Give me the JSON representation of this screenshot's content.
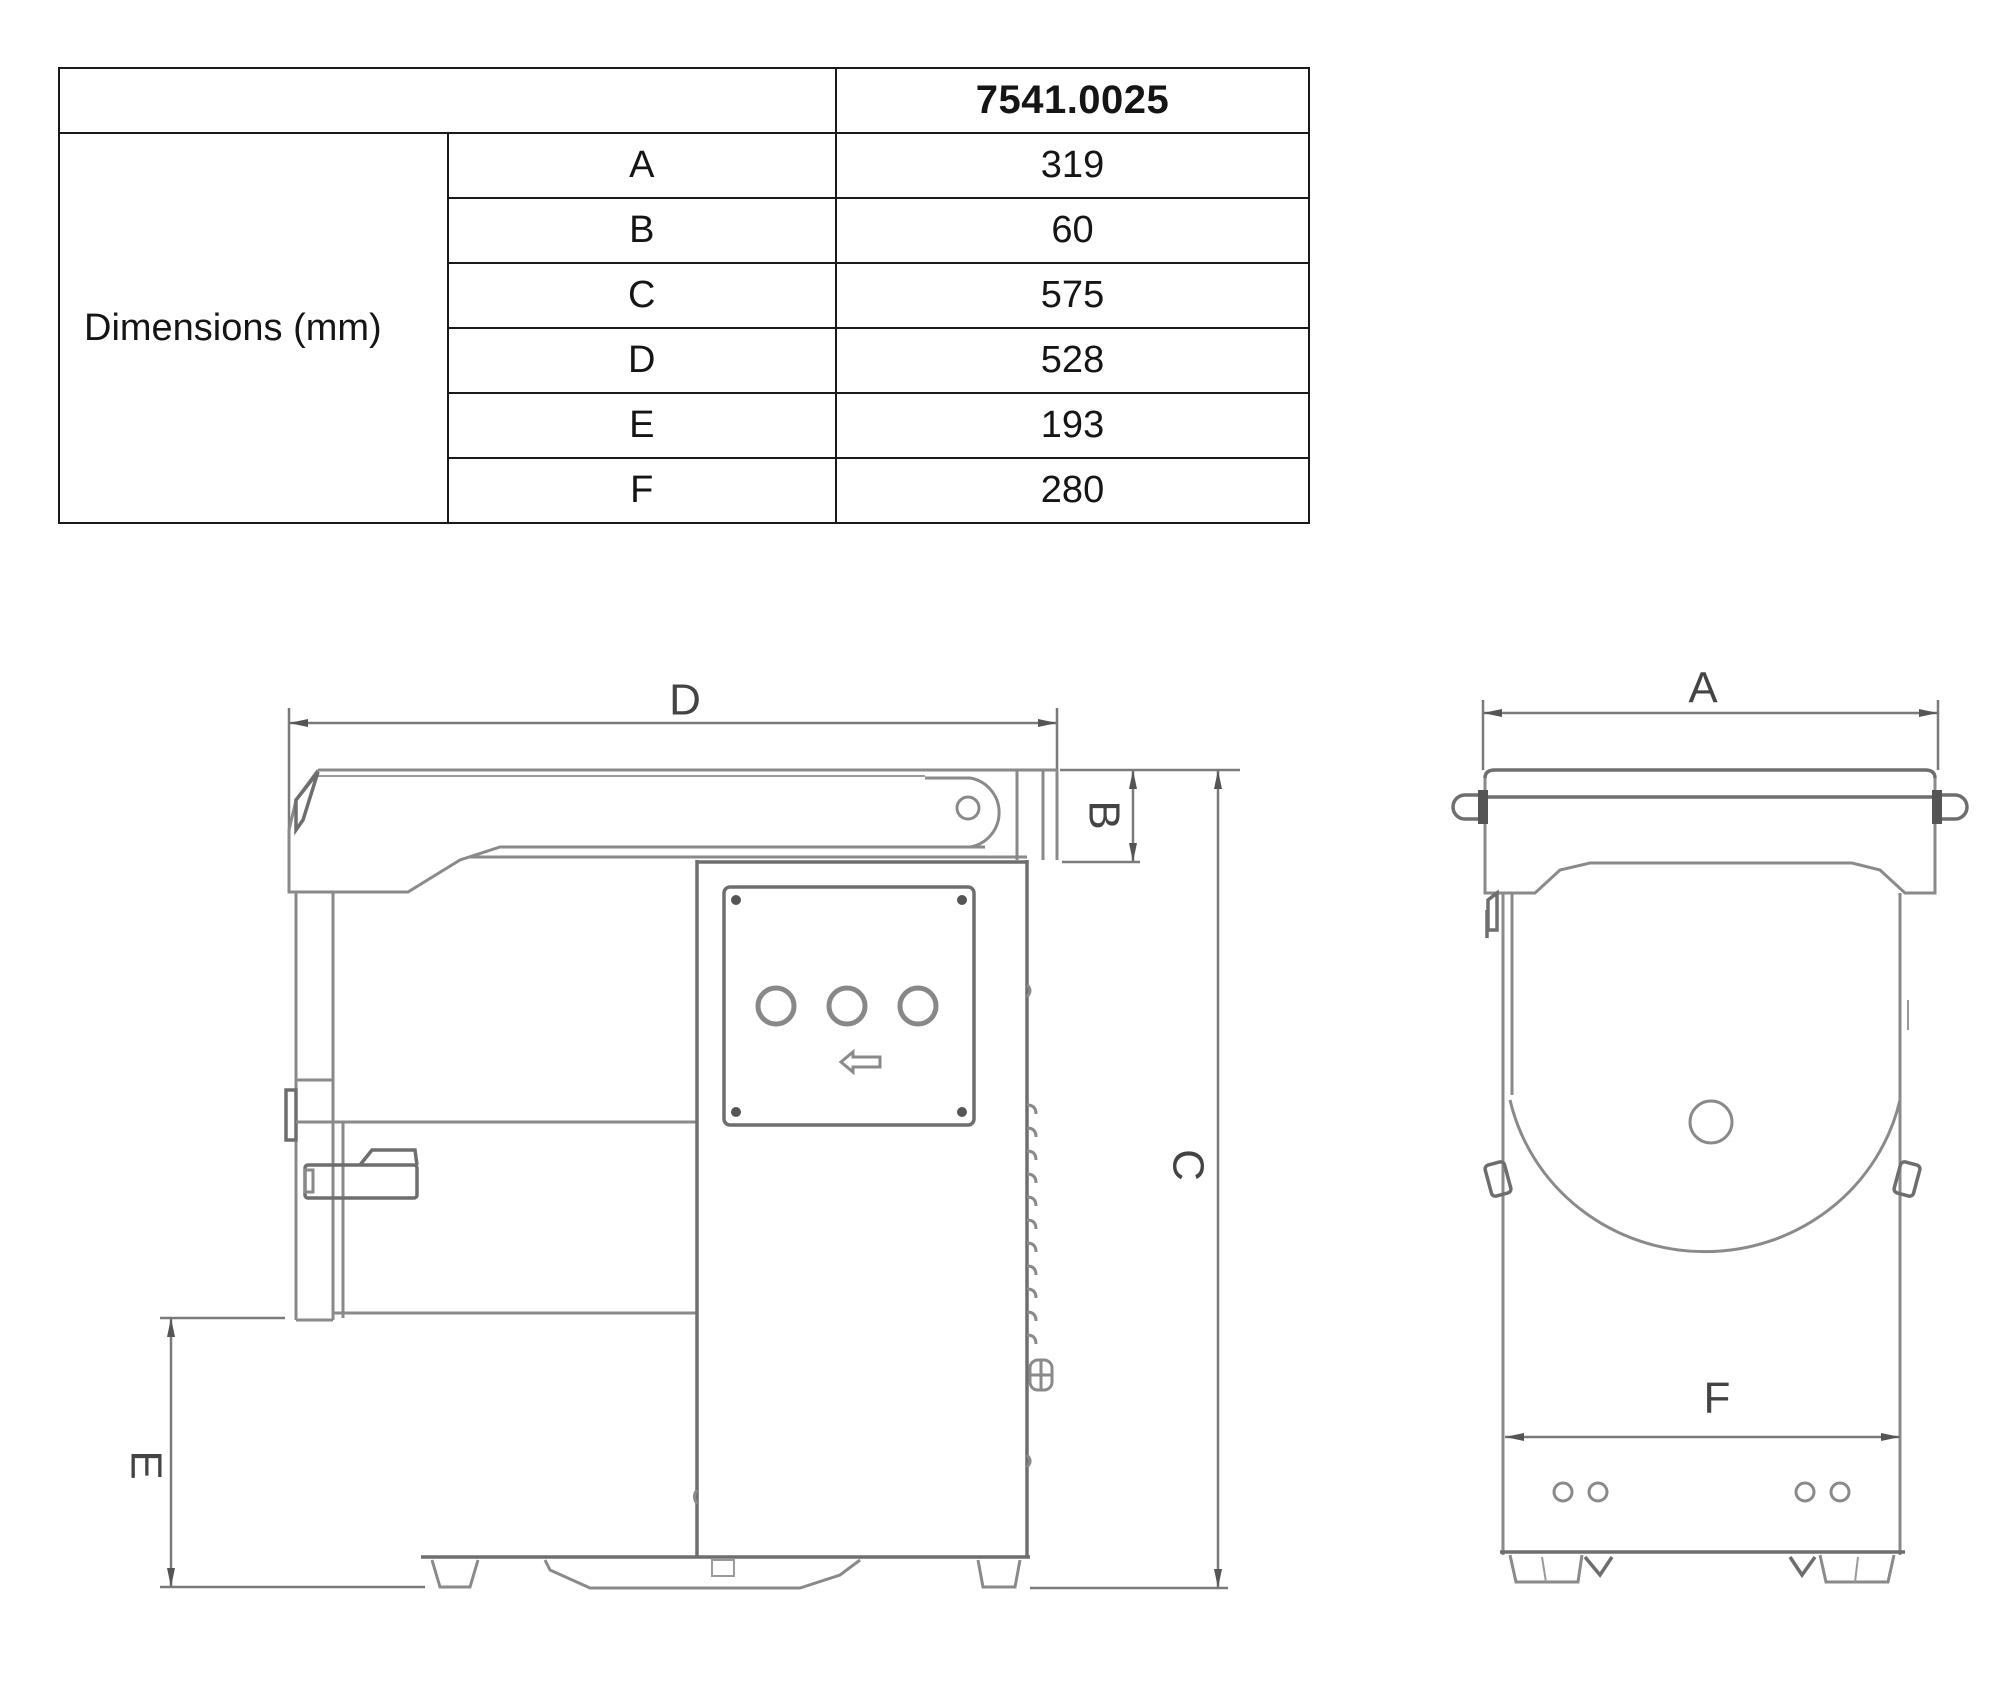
{
  "spec_table": {
    "model_header": "7541.0025",
    "group_label": "Dimensions (mm)",
    "rows": [
      {
        "key": "A",
        "value": "319"
      },
      {
        "key": "B",
        "value": "60"
      },
      {
        "key": "C",
        "value": "575"
      },
      {
        "key": "D",
        "value": "528"
      },
      {
        "key": "E",
        "value": "193"
      },
      {
        "key": "F",
        "value": "280"
      }
    ]
  },
  "side_view": {
    "dimension_labels": {
      "D": "D",
      "B": "B",
      "C": "C",
      "E": "E"
    }
  },
  "front_view": {
    "dimension_labels": {
      "A": "A",
      "F": "F"
    }
  },
  "colors": {
    "table_border": "#1a1a1a",
    "drawing_line": "#8a8a8a",
    "label_text": "#444444"
  }
}
